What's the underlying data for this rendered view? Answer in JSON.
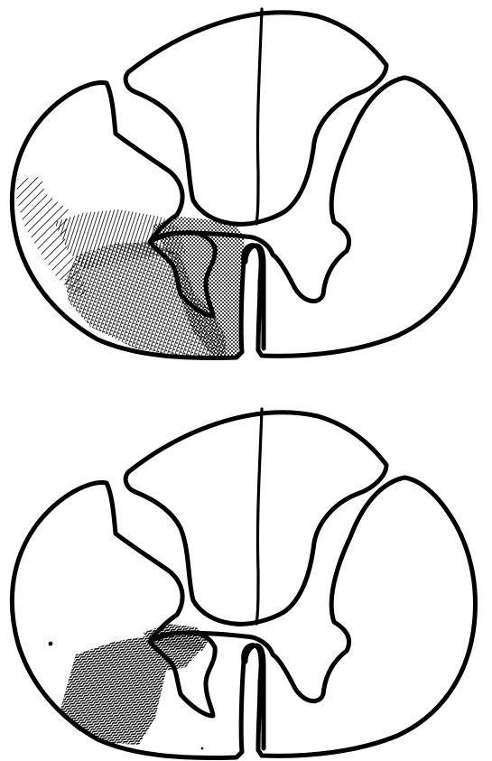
{
  "figure": {
    "background": "#ffffff",
    "ink_color": "#000000",
    "sections": [
      {
        "name": "upper-section",
        "lesion_patterns": [
          "diagonal-hatching",
          "vertical-hatching",
          "dense-stipple",
          "fine-stipple"
        ]
      },
      {
        "name": "lower-section",
        "lesion_patterns": [
          "wavy-hatching"
        ]
      }
    ]
  }
}
